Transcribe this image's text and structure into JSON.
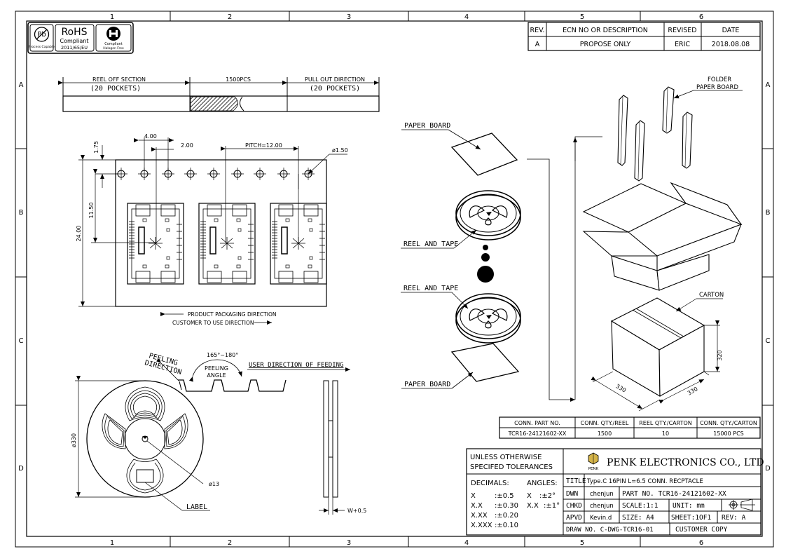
{
  "frame": {
    "columns": [
      "1",
      "2",
      "3",
      "4",
      "5",
      "6"
    ],
    "rows": [
      "A",
      "B",
      "C",
      "D"
    ]
  },
  "certs": {
    "pb_label": "Pb",
    "pb_caption": "Process Capable",
    "rohs_title": "RoHS",
    "rohs_line1": "Compliant",
    "rohs_line2": "2011/65/EU",
    "halogen_caption1": "Compliant",
    "halogen_caption2": "Halogen Free"
  },
  "revision_table": {
    "headers": [
      "REV.",
      "ECN NO OR DESCRIPTION",
      "REVISED",
      "DATE"
    ],
    "row": [
      "A",
      "PROPOSE ONLY",
      "ERIC",
      "2018.08.08"
    ]
  },
  "tape_strip": {
    "reel_off_title": "REEL OFF SECTION",
    "reel_off_pockets": "(20 POCKETS)",
    "count": "1500PCS",
    "pull_out_title": "PULL OUT DIRECTION",
    "pull_out_pockets": "(20 POCKETS)"
  },
  "tape_detail": {
    "dim_175": "1.75",
    "dim_400": "4.00",
    "dim_200": "2.00",
    "pitch": "PITCH=12.00",
    "hole": "ø1.50",
    "dim_1150": "11.50",
    "dim_2400": "24.00",
    "direction_1": "PRODUCT PACKAGING DIRECTION",
    "direction_2": "CUSTOMER TO USE DIRECTION"
  },
  "reel_view": {
    "peeling_direction_1": "PEELING",
    "peeling_direction_2": "DIRECTION",
    "angle_range": "165°~180°",
    "peeling_angle_1": "PEELING",
    "peeling_angle_2": "ANGLE",
    "feed_direction": "USER DIRECTION OF FEEDING",
    "diameter": "ø330",
    "hub": "ø13",
    "label": "LABEL",
    "width": "W+0.5"
  },
  "exploded_view": {
    "paper_board_top": "PAPER BOARD",
    "reel_tape_1": "REEL AND TAPE",
    "reel_tape_2": "REEL AND TAPE",
    "paper_board_bottom": "PAPER BOARD",
    "folder_1": "FOLDER",
    "folder_2": "PAPER BOARD",
    "carton": "CARTON",
    "dim_320": "320",
    "dim_330_a": "330",
    "dim_330_b": "330"
  },
  "qty_table": {
    "headers": [
      "CONN. PART NO.",
      "CONN. QTY./REEL",
      "REEL QTY./CARTON",
      "CONN. QTY./CARTON"
    ],
    "row": [
      "TCR16-24121602-XX",
      "1500",
      "10",
      "15000 PCS"
    ]
  },
  "title_block": {
    "tol_1": "UNLESS OTHERWISE",
    "tol_2": "SPECIFED TOLERANCES",
    "company": "PENK ELECTRONICS CO., LTD",
    "logo_text": "PENK",
    "decimals": "DECIMALS:",
    "angles": "ANGLES:",
    "tol_rows": [
      [
        "X",
        ":±0.5",
        "X",
        ":±2°"
      ],
      [
        "X.X",
        ":±0.30",
        "X.X",
        ":±1°"
      ],
      [
        "X.XX",
        ":±0.20",
        "",
        ""
      ],
      [
        "X.XXX",
        ":±0.10",
        "",
        ""
      ]
    ],
    "title_label": "TITLE",
    "title_value": "Type.C 16PIN L=6.5 CONN. RECPTACLE",
    "dwn_label": "DWN",
    "dwn_value": "chenjun",
    "part_no": "PART NO. TCR16-24121602-XX",
    "chkd_label": "CHKD",
    "chkd_value": "chenjun",
    "scale": "SCALE:1:1",
    "unit": "UNIT:   mm",
    "apvd_label": "APVD",
    "apvd_value": "Kevin.d",
    "size": "SIZE: A4",
    "sheet": "SHEET:1OF1",
    "rev": "REV: A",
    "draw_no": "DRAW NO. C-DWG-TCR16-01",
    "copy": "CUSTOMER COPY"
  }
}
